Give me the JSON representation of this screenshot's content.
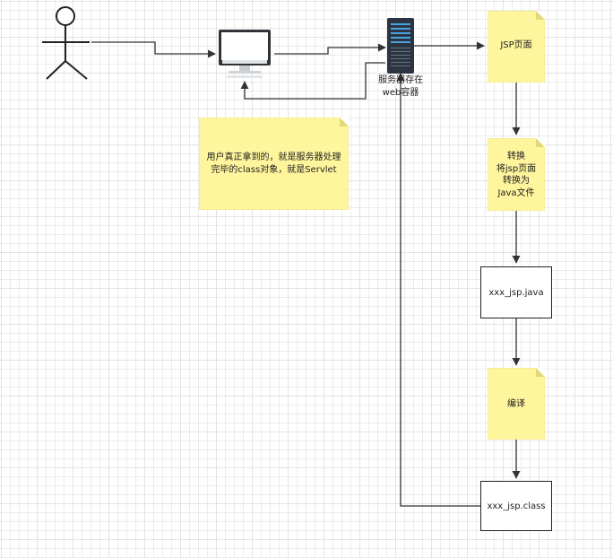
{
  "nodes": {
    "user": {
      "label": ""
    },
    "monitor": {
      "label": ""
    },
    "server": {
      "label": "服务器存在web容器"
    },
    "jsp_page": {
      "label": "JSP页面"
    },
    "convert": {
      "label": "转换\n将jsp页面\n转换为\nJava文件"
    },
    "java_file": {
      "label": "xxx_jsp.java"
    },
    "compile": {
      "label": "编译"
    },
    "class_file": {
      "label": "xxx_jsp.class"
    },
    "servlet_note": {
      "label": "用户真正拿到的，就是服务器处理完毕的class对象，就是Servlet"
    }
  },
  "edges": [
    {
      "from": "user",
      "to": "monitor"
    },
    {
      "from": "monitor",
      "to": "server"
    },
    {
      "from": "server",
      "to": "jsp_page"
    },
    {
      "from": "jsp_page",
      "to": "convert"
    },
    {
      "from": "convert",
      "to": "java_file"
    },
    {
      "from": "java_file",
      "to": "compile"
    },
    {
      "from": "compile",
      "to": "class_file"
    },
    {
      "from": "class_file",
      "to": "server"
    },
    {
      "from": "server",
      "to": "monitor"
    }
  ],
  "colors": {
    "note": "#fff59d",
    "line": "#333333",
    "server": "#2b3440",
    "server_accent": "#4aa3df"
  }
}
